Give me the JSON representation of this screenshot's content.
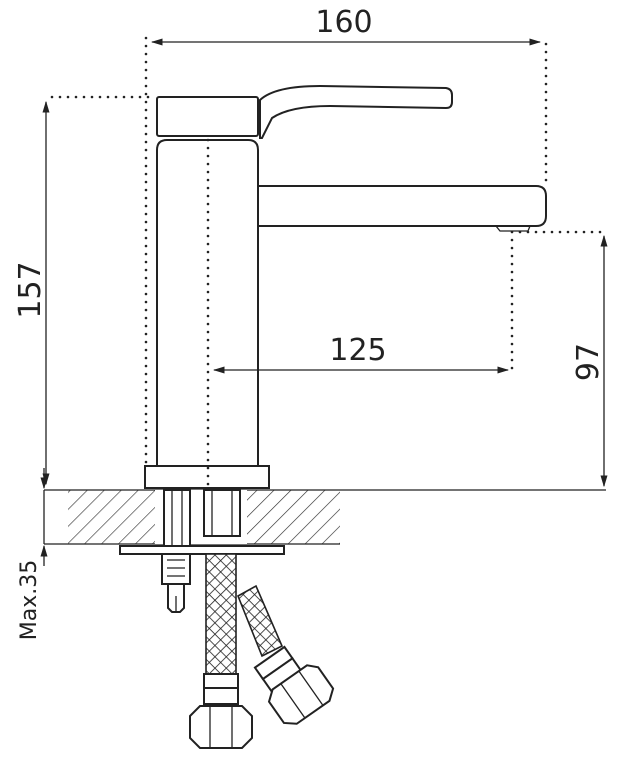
{
  "diagram": {
    "dimensions": {
      "width_total": "160",
      "height_total": "157",
      "spout_reach": "125",
      "spout_height": "97",
      "max_deck_thickness": "Max.35"
    }
  }
}
